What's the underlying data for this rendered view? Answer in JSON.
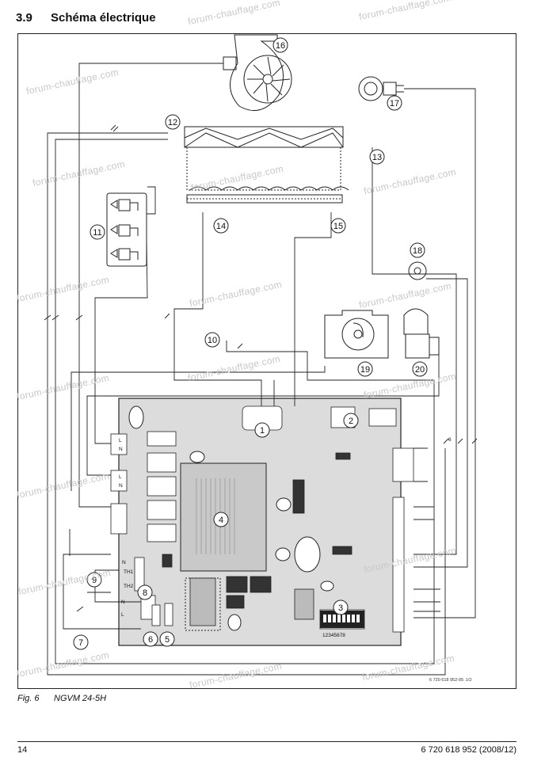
{
  "header": {
    "section_number": "3.9",
    "title": "Schéma électrique"
  },
  "diagram": {
    "reference_code": "6 720 618 952-05 .1O",
    "callouts": [
      "1",
      "2",
      "3",
      "4",
      "5",
      "6",
      "7",
      "8",
      "9",
      "10",
      "11",
      "12",
      "13",
      "14",
      "15",
      "16",
      "17",
      "18",
      "19",
      "20"
    ],
    "terminal_labels": {
      "l": "L",
      "n": "N",
      "th1": "TH1",
      "th2": "TH2",
      "dip_digits": "12345678",
      "wire_count": "6"
    }
  },
  "caption": {
    "fig_number": "Fig. 6",
    "model": "NGVM 24-5H"
  },
  "footer": {
    "page_number": "14",
    "doc_ref": "6 720 618 952 (2008/12)"
  },
  "watermark": {
    "text": "forum-chauffage.com"
  }
}
